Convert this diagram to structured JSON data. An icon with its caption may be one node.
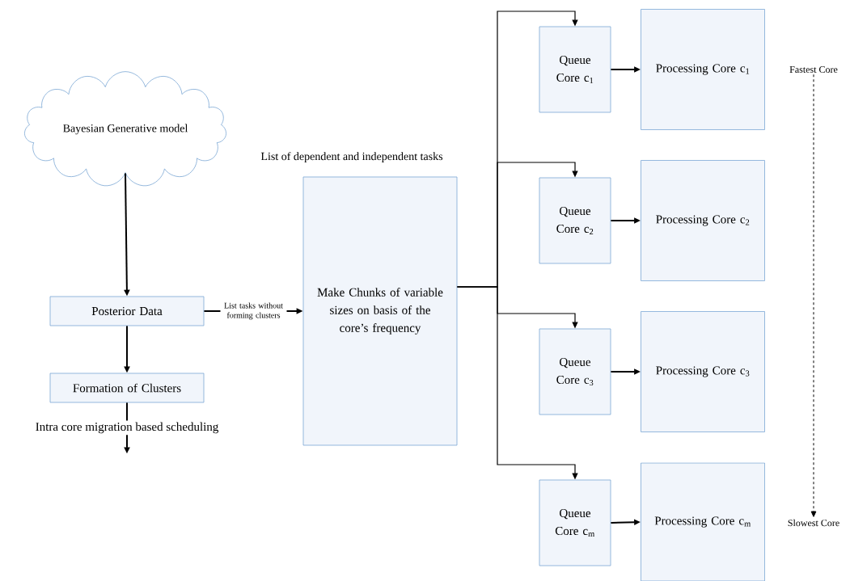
{
  "diagram": {
    "nodes": [
      {
        "text": [
          "Bayesian Generative model"
        ]
      },
      {
        "text": [
          "Posterior Data"
        ]
      },
      {
        "text": [
          "Formation of Clusters"
        ]
      },
      {
        "text": [
          "Make Chunks of variable sizes on basis of the core’s frequency"
        ],
        "beside": [
          "List of dependent and independent tasks"
        ]
      },
      {
        "text": [
          "Queue Core c$_{1}$"
        ]
      },
      {
        "text": [
          "Processing Core c$_{1}$"
        ]
      },
      {
        "text": [
          "Queue Core c$_{2}$"
        ]
      },
      {
        "text": [
          "Processing Core c$_{2}$"
        ]
      },
      {
        "text": [
          "Queue Core c$_{3}$"
        ]
      },
      {
        "text": [
          "Processing Core c$_{3}$"
        ]
      },
      {
        "text": [
          "Queue Core c$_{m}$"
        ]
      },
      {
        "text": [
          "Processing Core c$_{m}$"
        ]
      },
      {
        "text": [
          "Fastest Core"
        ]
      },
      {
        "text": [
          "Slowest Core"
        ]
      }
    ],
    "edges": [
      {
        "from": 0,
        "to": 1,
        "arrow": "to"
      },
      {
        "from": 1,
        "to": 2,
        "arrow": "to"
      },
      {
        "from": 1,
        "to": 3,
        "arrow": "to",
        "label": "List tasks without forming clusters"
      },
      {
        "from": 2,
        "to": null,
        "arrow": "to",
        "label": "Intra core migration based scheduling"
      },
      {
        "from": 3,
        "to": 4,
        "arrow": "to"
      },
      {
        "from": 3,
        "to": 6,
        "arrow": "to"
      },
      {
        "from": 3,
        "to": 8,
        "arrow": "to"
      },
      {
        "from": 3,
        "to": 10,
        "arrow": "to"
      },
      {
        "from": 4,
        "to": 5,
        "arrow": "to"
      },
      {
        "from": 6,
        "to": 7,
        "arrow": "to"
      },
      {
        "from": 8,
        "to": 9,
        "arrow": "to"
      },
      {
        "from": 10,
        "to": 11,
        "arrow": "to"
      },
      {
        "from": 12,
        "to": 13,
        "arrow": "to",
        "style": "dashed"
      }
    ]
  }
}
